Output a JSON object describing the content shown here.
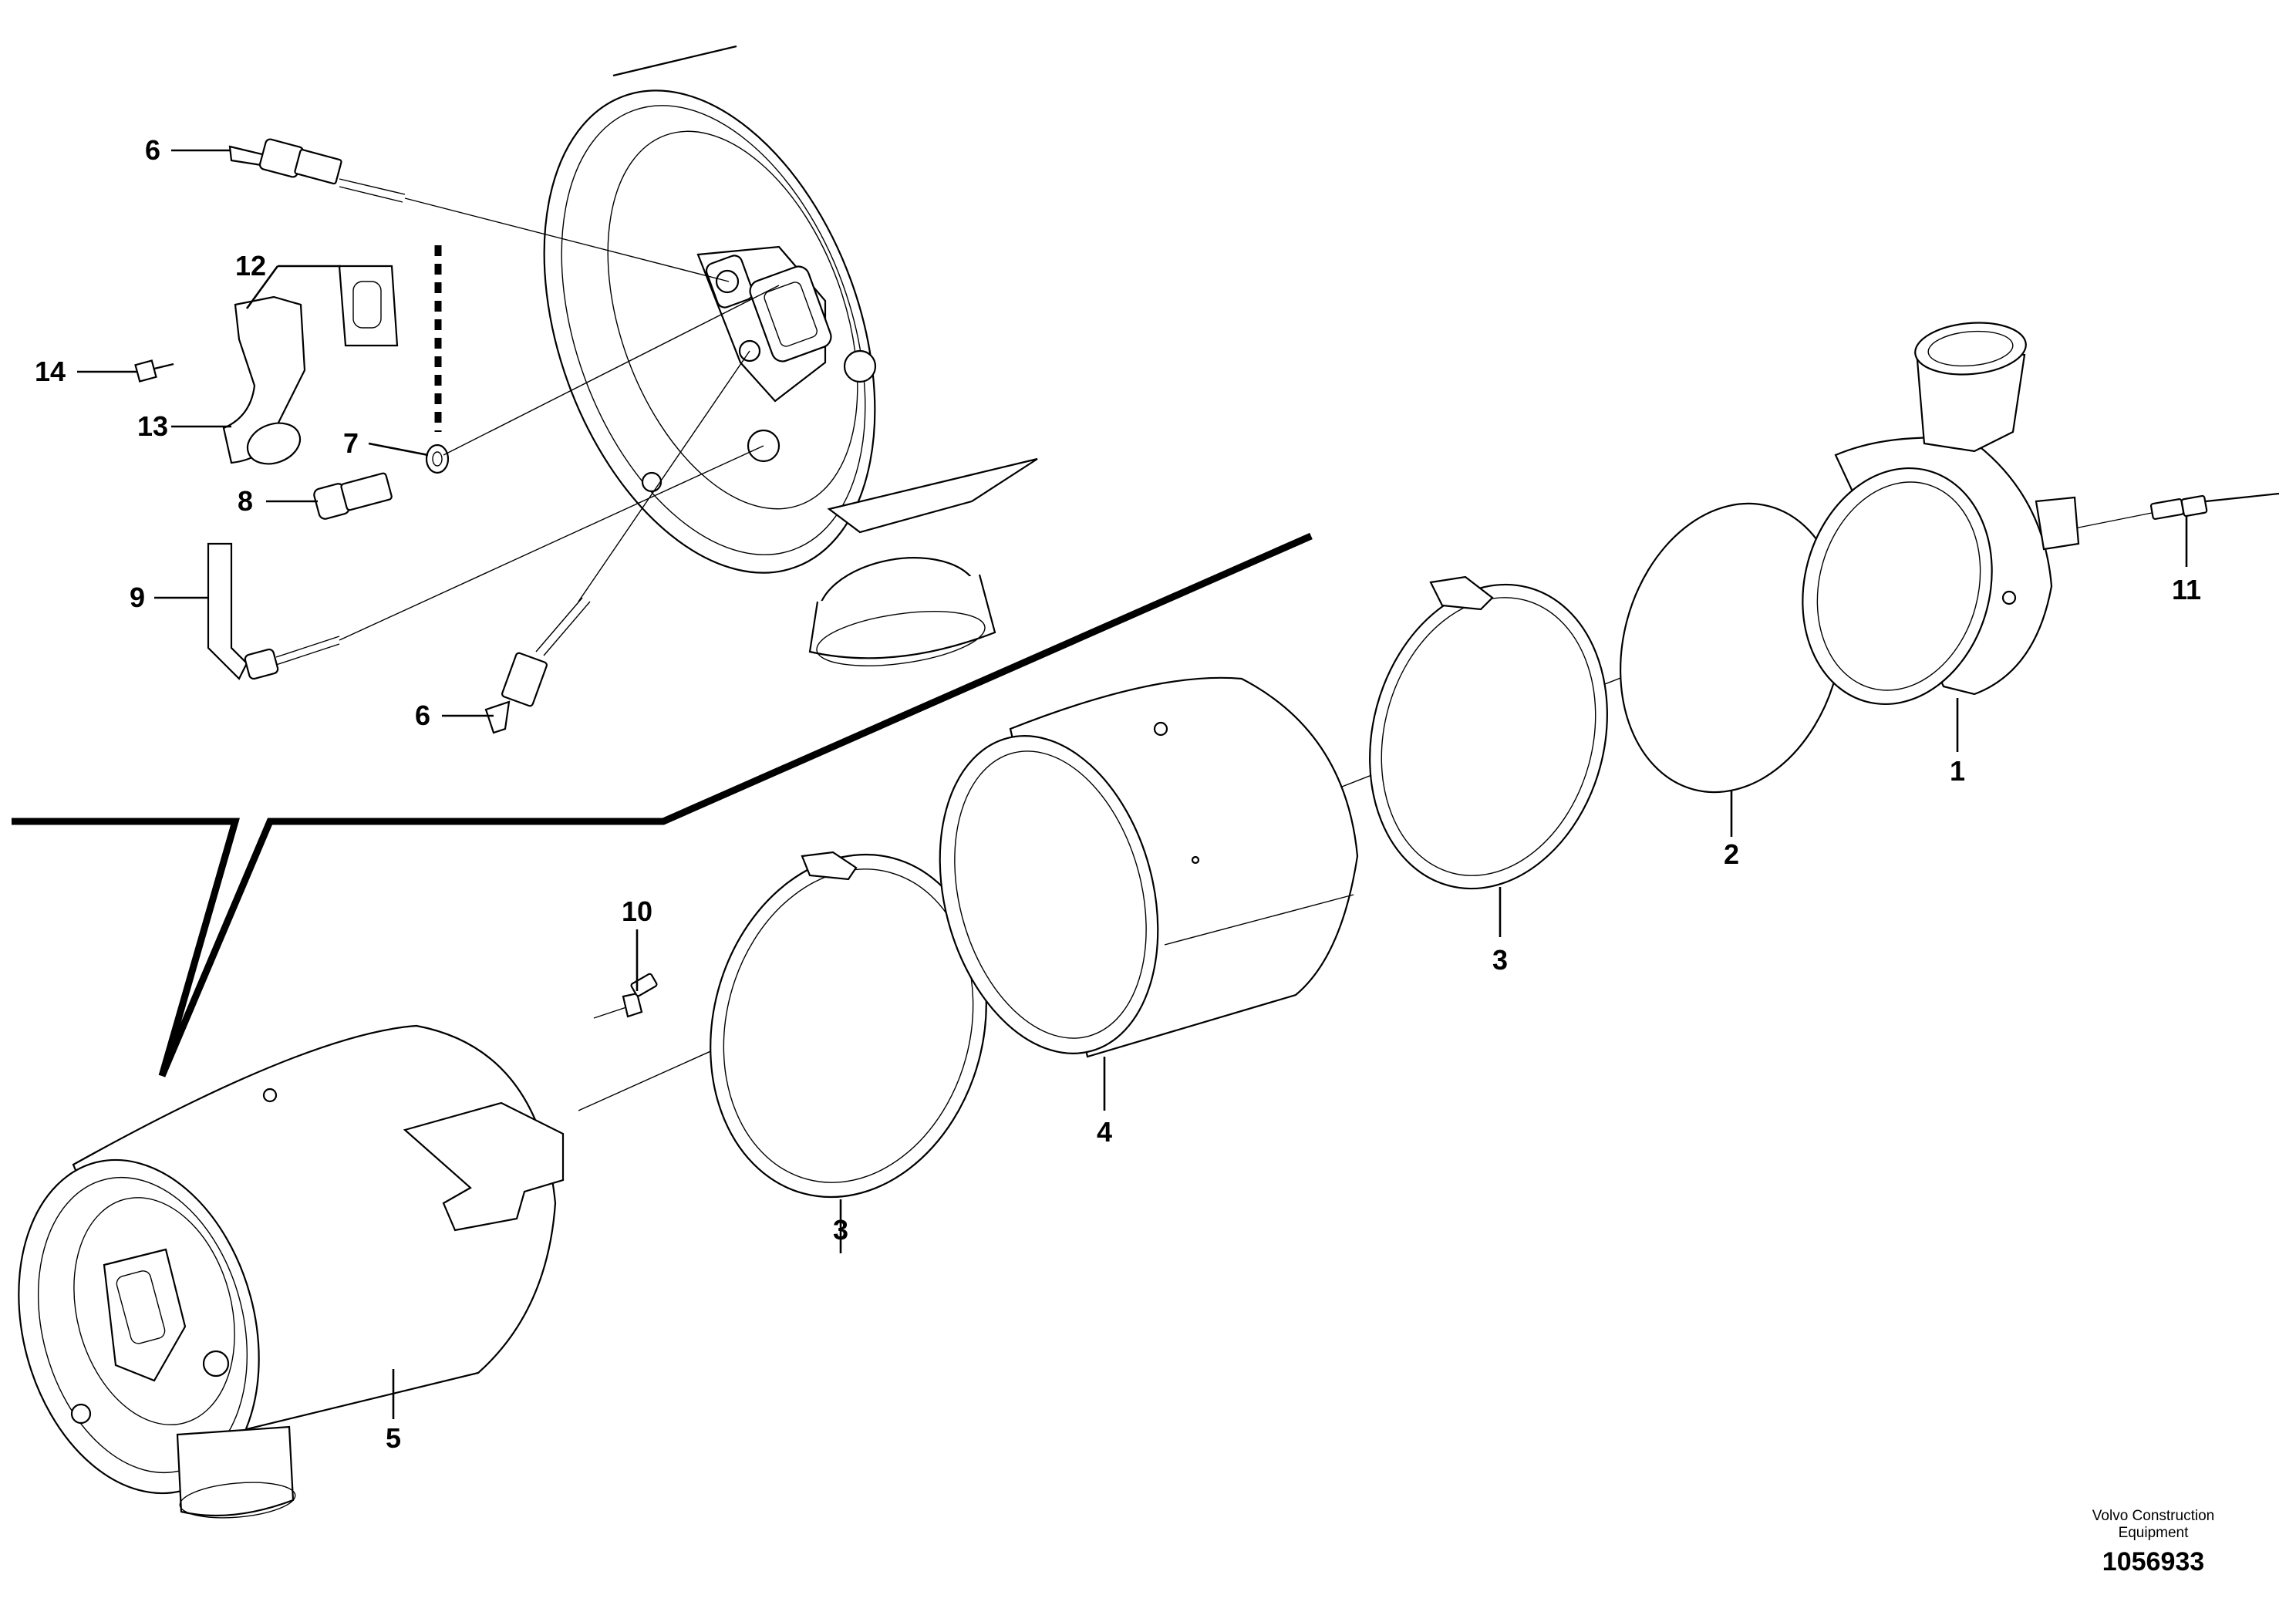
{
  "callouts": {
    "c1": "1",
    "c2": "2",
    "c3a": "3",
    "c3b": "3",
    "c4": "4",
    "c5": "5",
    "c6a": "6",
    "c6b": "6",
    "c7": "7",
    "c8": "8",
    "c9": "9",
    "c10": "10",
    "c11": "11",
    "c12": "12",
    "c13": "13",
    "c14": "14"
  },
  "credit": {
    "line1": "Volvo Construction",
    "line2": "Equipment",
    "number": "1056933"
  }
}
